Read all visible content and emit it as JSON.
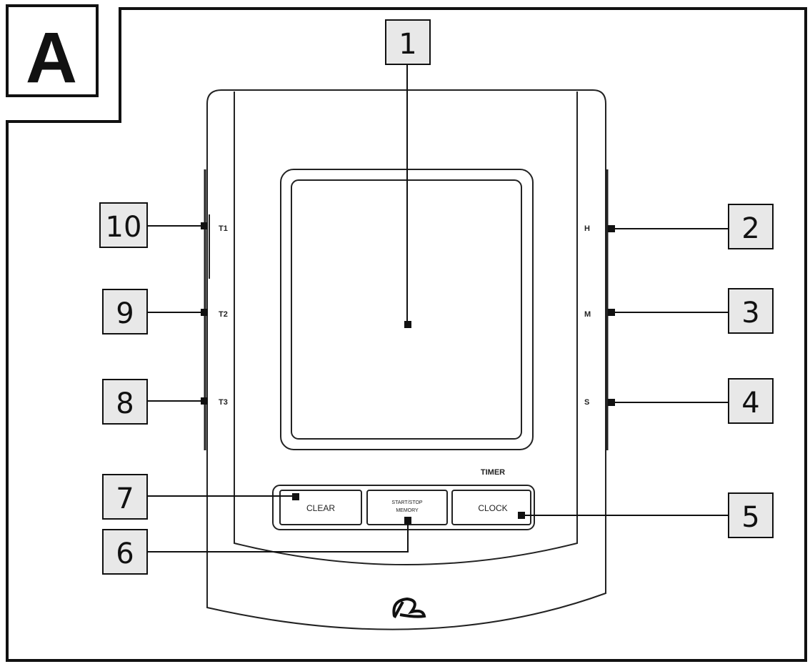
{
  "figure_letter": "A",
  "callouts": [
    "1",
    "2",
    "3",
    "4",
    "5",
    "6",
    "7",
    "8",
    "9",
    "10"
  ],
  "right_buttons": [
    "H",
    "M",
    "S"
  ],
  "left_buttons": [
    "T1",
    "T2",
    "T3"
  ],
  "timer_label": "TIMER",
  "buttons": {
    "clear": "CLEAR",
    "start_stop_line1": "START/STOP",
    "start_stop_line2": "MEMORY",
    "clock": "CLOCK"
  },
  "logo_icon": "brand-logo-icon"
}
